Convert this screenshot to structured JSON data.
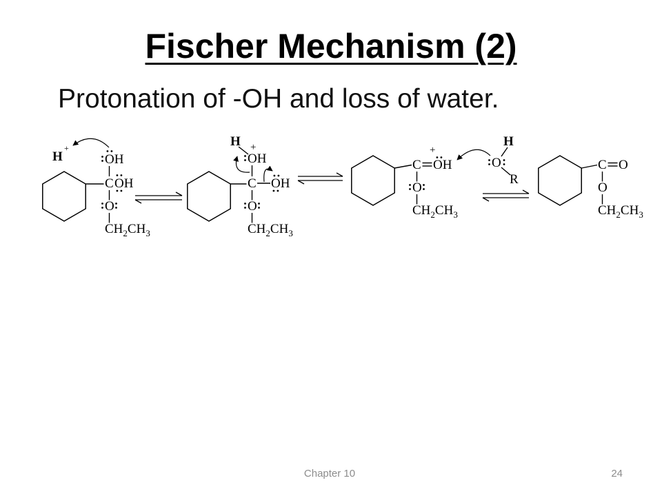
{
  "theme": {
    "text": "#000000",
    "subtitle_text": "#111111",
    "footer_text": "#8c8c8c",
    "background": "#ffffff"
  },
  "slide": {
    "title": "Fischer Mechanism (2)",
    "subtitle": "Protonation of -OH and loss of water.",
    "footer": {
      "chapter": "Chapter 10",
      "page_number": "24"
    }
  },
  "mechanism": {
    "reactant": {
      "proton": "H",
      "proton_charge": "+",
      "top_hydroxyl": "OH",
      "central_carbon": "C",
      "side_hydroxyl": "OH",
      "ether_oxygen": "O",
      "ethyl_group": "CH₂CH₃"
    },
    "protonated_intermediate": {
      "added_hydrogen": "H",
      "oxonium_charge": "+",
      "top_hydroxyl": "OH",
      "central_carbon": "C",
      "side_hydroxyl": "OH",
      "ether_oxygen": "O",
      "ethyl_group": "CH₂CH₃"
    },
    "protonated_ester": {
      "carbonyl_carbon": "C",
      "oxonium_hydroxyl": "OH",
      "oxonium_charge": "+",
      "ether_oxygen": "O",
      "ethyl_group": "CH₂CH₃"
    },
    "base": {
      "hydrogen": "H",
      "oxygen": "O",
      "r_group": "R"
    },
    "ester_product": {
      "carbonyl_carbon": "C",
      "carbonyl_oxygen": "O",
      "ether_oxygen": "O",
      "ethyl_group": "CH₂CH₃"
    }
  }
}
